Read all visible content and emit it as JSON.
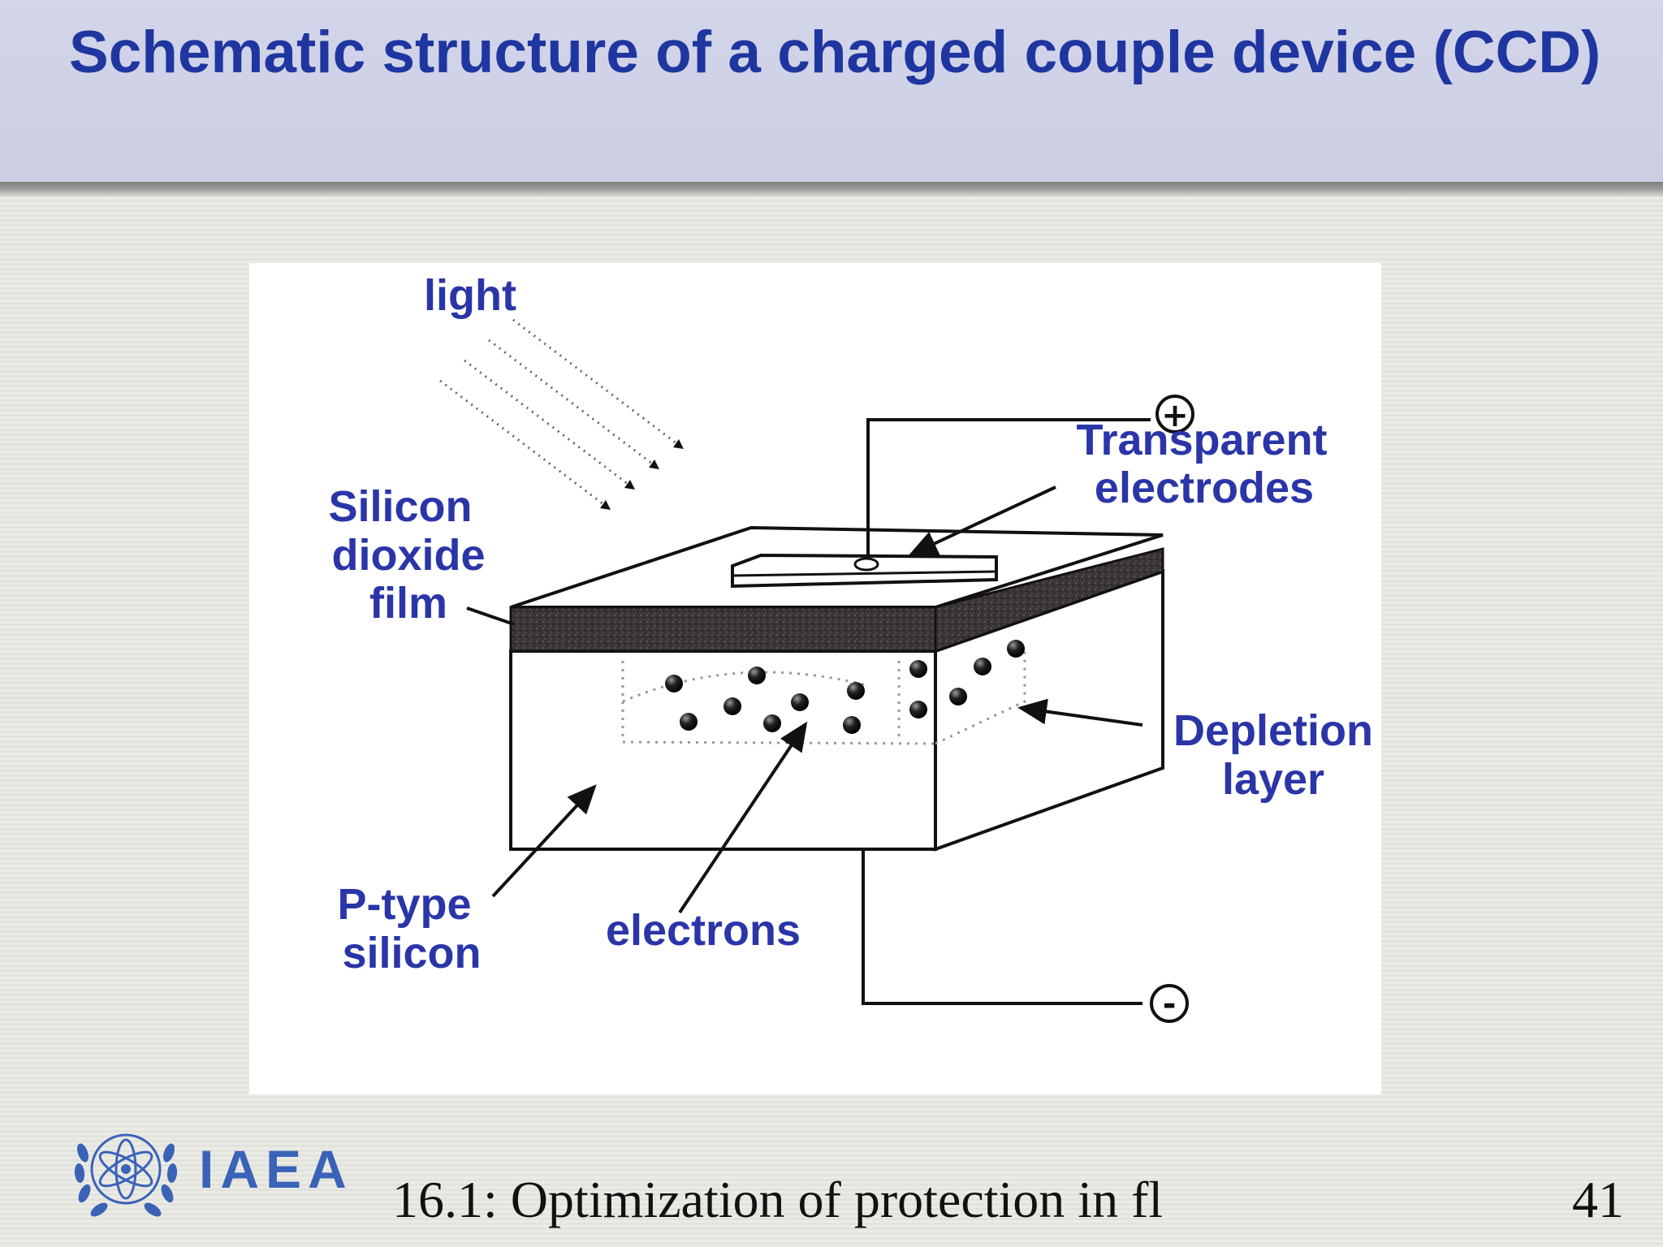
{
  "slide": {
    "title": "Schematic structure of a charged couple device (CCD)",
    "footer_text": "16.1: Optimization of protection in fl",
    "page_number": "41"
  },
  "logo": {
    "text": "IAEA",
    "icon": "iaea-emblem-icon",
    "color": "#3a63b8"
  },
  "diagram": {
    "labels": {
      "light": "light",
      "transparent_1": "Transparent",
      "transparent_2": "electrodes",
      "silicon_1": "Silicon",
      "silicon_2": "dioxide",
      "silicon_3": "film",
      "depletion_1": "Depletion",
      "depletion_2": "layer",
      "ptype_1": "P-type",
      "ptype_2": "silicon",
      "electrons": "electrons",
      "plus": "+",
      "minus": "-"
    },
    "label_color": "#2a35a8"
  },
  "colors": {
    "title": "#1f36a0",
    "header_band": "#d3d5ea"
  }
}
